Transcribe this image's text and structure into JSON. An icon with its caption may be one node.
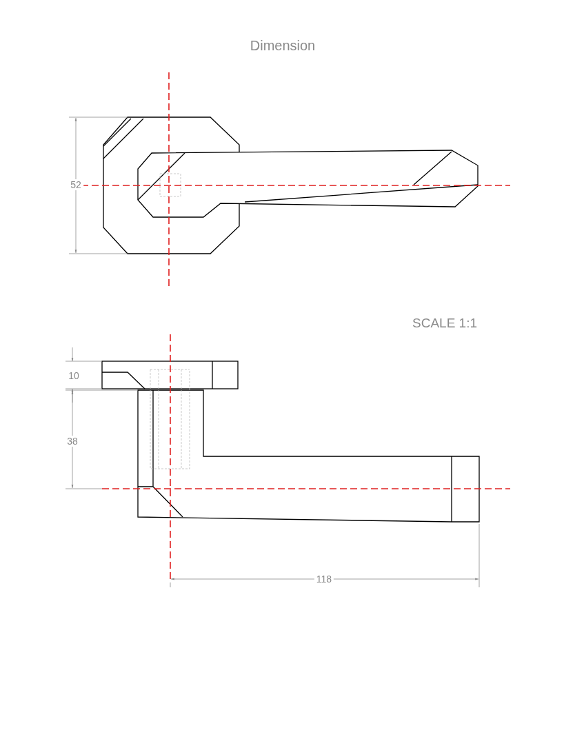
{
  "diagram": {
    "title": "Dimension",
    "labels": [
      "52",
      "SCALE 1:1",
      "10",
      "38",
      "118"
    ]
  }
}
